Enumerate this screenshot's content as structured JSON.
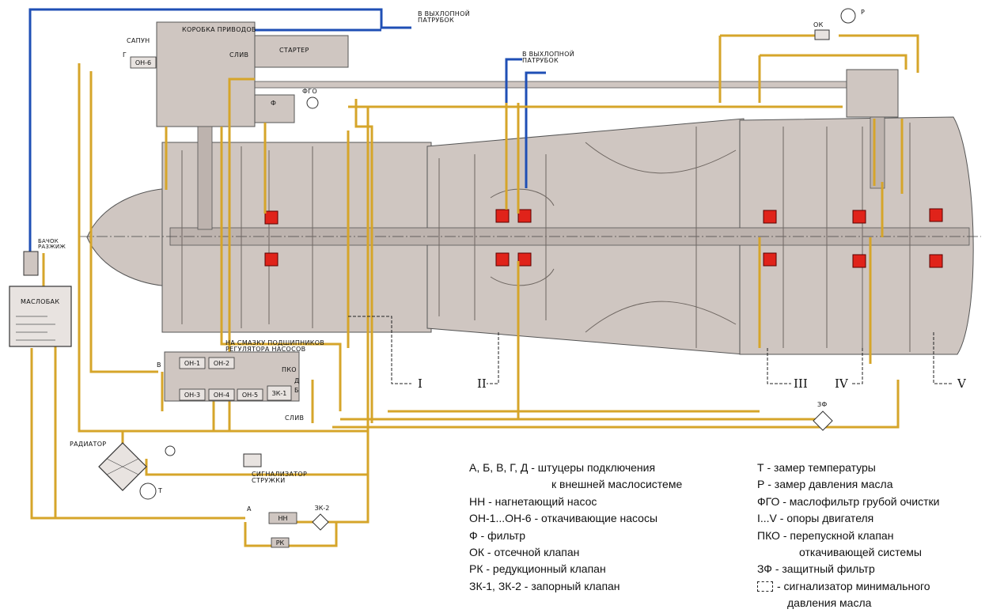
{
  "colors": {
    "oil": "#d6a52a",
    "vent": "#1f4fb5",
    "body": "#cfc6c1",
    "body_dark": "#7a726e",
    "bearing": "#e0231a"
  },
  "labels": {
    "gearbox": "КОРОБКА ПРИВОДОВ",
    "starter": "СТАРТЕР",
    "drain_top": "СЛИВ",
    "sapun": "САПУН",
    "exhaust_1": "В ВЫХЛОПНОЙ ПАТРУБОК",
    "exhaust_2": "В ВЫХЛОПНОЙ ПАТРУБОК",
    "tank": "МАСЛОБАК",
    "tank_vent": "БАЧОК РАЗЖИЖ",
    "radiator": "РАДИАТОР",
    "chip_detector": "СИГНАЛИЗАТОР СТРУЖКИ",
    "pump_regulator": "НА СМАЗКУ ПОДШИПНИКОВ РЕГУЛЯТОРА НАСОСОВ",
    "drain_bottom": "СЛИВ",
    "pko": "ПКО",
    "fgo": "ФГО",
    "f": "Ф",
    "ok": "ОК",
    "zf": "ЗФ",
    "t_gauge": "Т",
    "p_gauge": "Р",
    "g_letter": "Г",
    "v_letter": "В",
    "d_letter": "Д",
    "b_letter": "Б",
    "a_letter": "А"
  },
  "pumps": {
    "on1": "ОН-1",
    "on2": "ОН-2",
    "on3": "ОН-3",
    "on4": "ОН-4",
    "on5": "ОН-5",
    "on6": "ОН-6",
    "zk1": "ЗК-1",
    "zk2": "ЗК-2",
    "nn": "НН",
    "rk": "РК"
  },
  "supports": [
    "I",
    "II",
    "III",
    "IV",
    "V"
  ],
  "legend_left": [
    "А, Б, В, Г, Д - штуцеры подключения",
    "к внешней маслосистеме",
    "НН - нагнетающий насос",
    "ОН-1...ОН-6 - откачивающие насосы",
    "Ф - фильтр",
    "ОК - отсечной клапан",
    "РК - редукционный клапан",
    "ЗК-1, ЗК-2 - запорный клапан"
  ],
  "legend_right": [
    "Т - замер температуры",
    "Р - замер давления масла",
    "ФГО - маслофильтр грубой очистки",
    "I...V - опоры двигателя",
    "ПКО - перепускной клапан",
    "откачивающей системы",
    "ЗФ - защитный фильтр",
    "- сигнализатор минимального",
    "давления масла"
  ]
}
